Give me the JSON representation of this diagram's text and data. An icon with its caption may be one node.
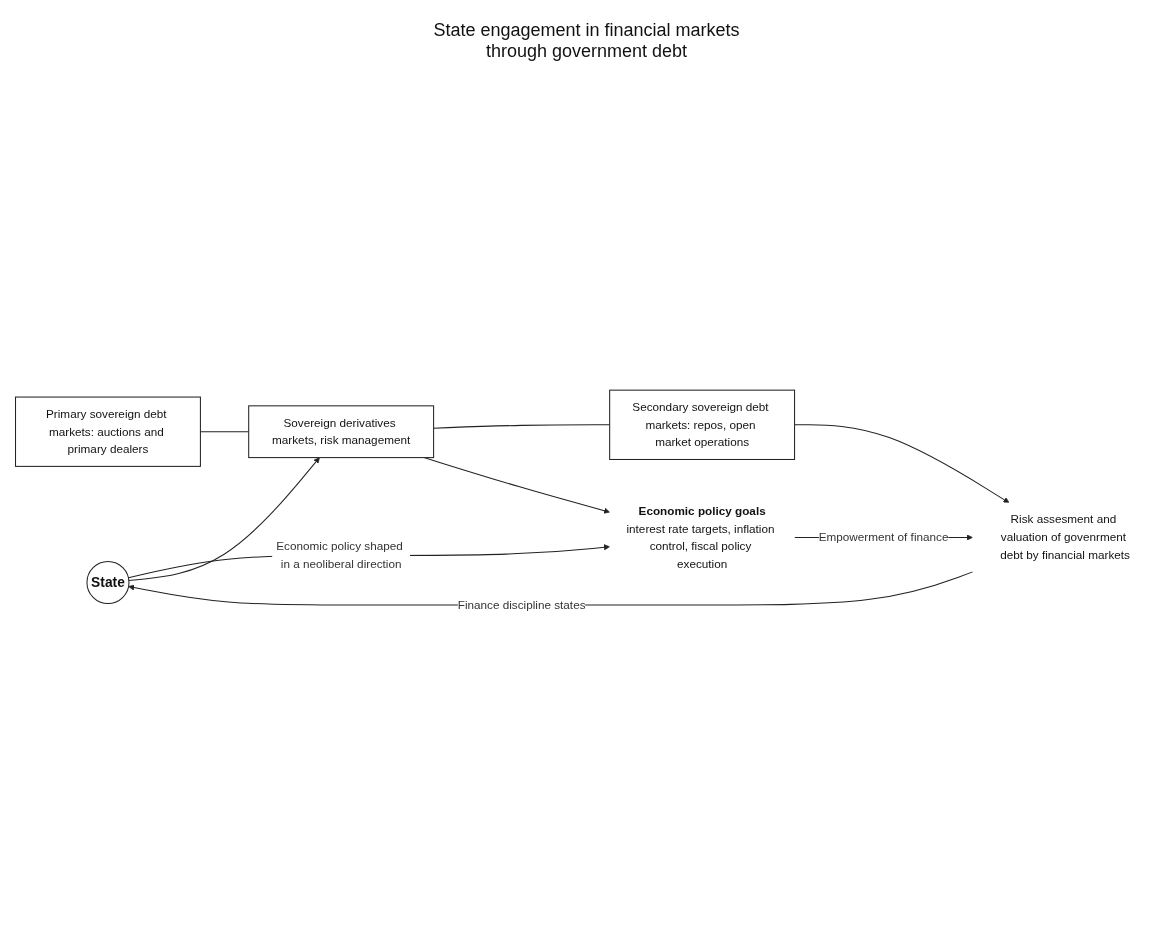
{
  "diagram": {
    "nodes": [
      {
        "text": [
          "State"
        ]
      },
      {
        "text": [
          "Primary sovereign debt markets: auctions and primary dealers"
        ]
      },
      {
        "text": [
          "Sovereign derivatives markets, risk management"
        ]
      },
      {
        "text": [
          "Secondary sovereign debt markets: repos, open market operations"
        ]
      },
      {
        "text": [
          "Economic policy goals",
          "interest rate targets, inflation control, fiscal policy execution"
        ]
      },
      {
        "text": [
          "Risk assesment and valuation of govenrment debt by financial markets"
        ]
      }
    ],
    "edges": [
      {
        "from": 0,
        "to": 4,
        "arrow": "to",
        "label": "Economic policy shaped in a neoliberal direction"
      },
      {
        "from": 0,
        "to": 2,
        "arrow": "to"
      },
      {
        "from": 1,
        "to": 2,
        "arrow": "none"
      },
      {
        "from": 2,
        "to": 3,
        "arrow": "none"
      },
      {
        "from": 3,
        "to": 5,
        "arrow": "to"
      },
      {
        "from": 2,
        "to": 4,
        "arrow": "to"
      },
      {
        "from": 4,
        "to": 5,
        "arrow": "to",
        "label": "Empowerment of finance"
      },
      {
        "from": 5,
        "to": 0,
        "arrow": "to",
        "label": "Finance discipline states"
      }
    ],
    "labels": [
      "State engagement in financial markets through government debt"
    ]
  }
}
